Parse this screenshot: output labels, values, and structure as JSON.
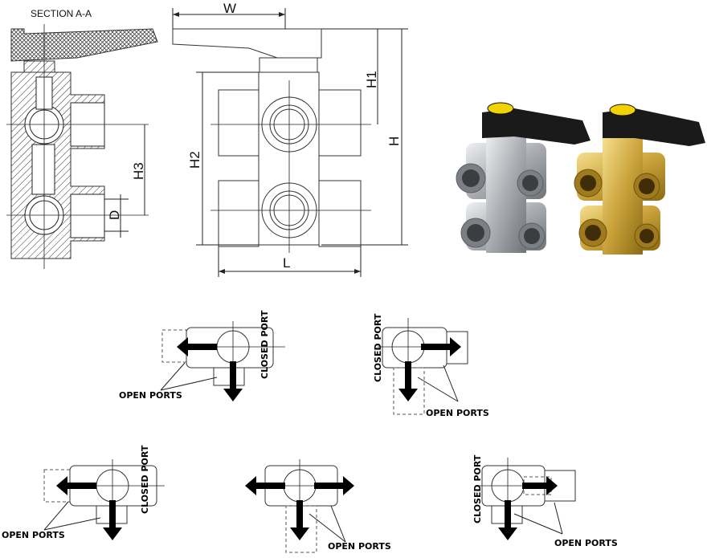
{
  "drawing": {
    "section_label": "SECTION A-A",
    "dims": {
      "W": "W",
      "H1": "H1",
      "H": "H",
      "H2": "H2",
      "H3": "H3",
      "D": "D",
      "L": "L"
    }
  },
  "ports": {
    "closed": "CLOSED PORT",
    "open": "OPEN PORTS"
  },
  "colors": {
    "handle": "#1a1a1a",
    "handle_cap": "#f2d200",
    "nickel": "#b9bcbf",
    "brass": "#c9a23a"
  }
}
